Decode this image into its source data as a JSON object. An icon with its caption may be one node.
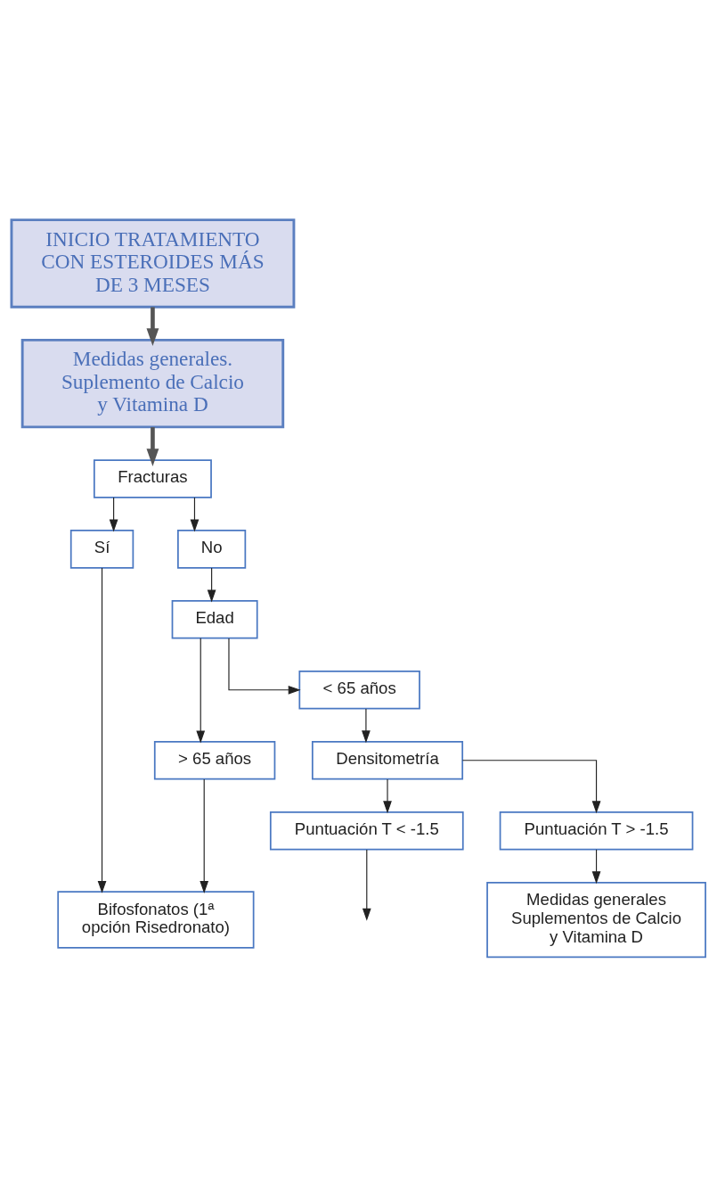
{
  "diagram": {
    "nodes": [
      {
        "text": [
          "INICIO TRATAMIENTO CON ESTEROIDES MÁS DE 3 MESES"
        ]
      },
      {
        "text": [
          "Medidas generales. Suplemento de Calcio y Vitamina D"
        ]
      },
      {
        "text": [
          "Fracturas"
        ]
      },
      {
        "text": [
          "Sí"
        ]
      },
      {
        "text": [
          "No"
        ]
      },
      {
        "text": [
          "Edad"
        ]
      },
      {
        "text": [
          "> 65 años"
        ]
      },
      {
        "text": [
          "< 65 años"
        ]
      },
      {
        "text": [
          "Densitometría"
        ]
      },
      {
        "text": [
          "Puntuación T < -1.5"
        ]
      },
      {
        "text": [
          "Puntuación T > -1.5"
        ]
      },
      {
        "text": [
          "Bifosfonatos (1ª opción Risedronato)"
        ]
      },
      {
        "text": [
          "Medidas generales Suplementos de Calcio y Vitamina D"
        ]
      }
    ],
    "edges": [
      {
        "from": 0,
        "to": 1,
        "arrow": "to",
        "style": "thick",
        "color": "#555555"
      },
      {
        "from": 1,
        "to": 2,
        "arrow": "to",
        "style": "thick",
        "color": "#555555"
      },
      {
        "from": 2,
        "to": 3,
        "arrow": "to"
      },
      {
        "from": 2,
        "to": 4,
        "arrow": "to"
      },
      {
        "from": 4,
        "to": 5,
        "arrow": "to"
      },
      {
        "from": 5,
        "to": 6,
        "arrow": "to"
      },
      {
        "from": 5,
        "to": 7,
        "arrow": "to"
      },
      {
        "from": 7,
        "to": 8,
        "arrow": "to"
      },
      {
        "from": 8,
        "to": 9,
        "arrow": "to"
      },
      {
        "from": 8,
        "to": 10,
        "arrow": "to"
      },
      {
        "from": 3,
        "to": 11,
        "arrow": "to"
      },
      {
        "from": 6,
        "to": 11,
        "arrow": "to"
      },
      {
        "from": 10,
        "to": 12,
        "arrow": "to"
      },
      {
        "from": 9,
        "to": null,
        "arrow": "to"
      }
    ]
  }
}
